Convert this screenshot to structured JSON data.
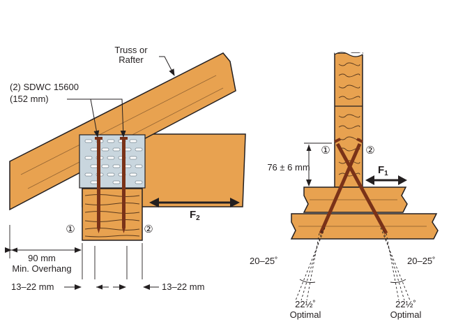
{
  "left": {
    "truss_label_1": "Truss or",
    "truss_label_2": "Rafter",
    "screw_label_1": "(2) SDWC 15600",
    "screw_label_2": "(152 mm)",
    "force_label": "F",
    "force_sub": "2",
    "marker_1": "①",
    "marker_2": "②",
    "overhang_1": "90 mm",
    "overhang_2": "Min. Overhang",
    "edge_left": "13–22 mm",
    "edge_right": "13–22 mm"
  },
  "right": {
    "marker_1": "①",
    "marker_2": "②",
    "depth_label": "76 ± 6 mm",
    "force_label": "F",
    "force_sub": "1",
    "angle_left": "20–25˚",
    "angle_right": "20–25˚",
    "optimal_left_1": "22½˚",
    "optimal_left_2": "Optimal",
    "optimal_right_1": "22½˚",
    "optimal_right_2": "Optimal"
  },
  "colors": {
    "wood": "#e8a250",
    "wood_grain": "#5a3a1e",
    "plate": "#c9d6de",
    "screw": "#7a3218",
    "line": "#231f20"
  }
}
